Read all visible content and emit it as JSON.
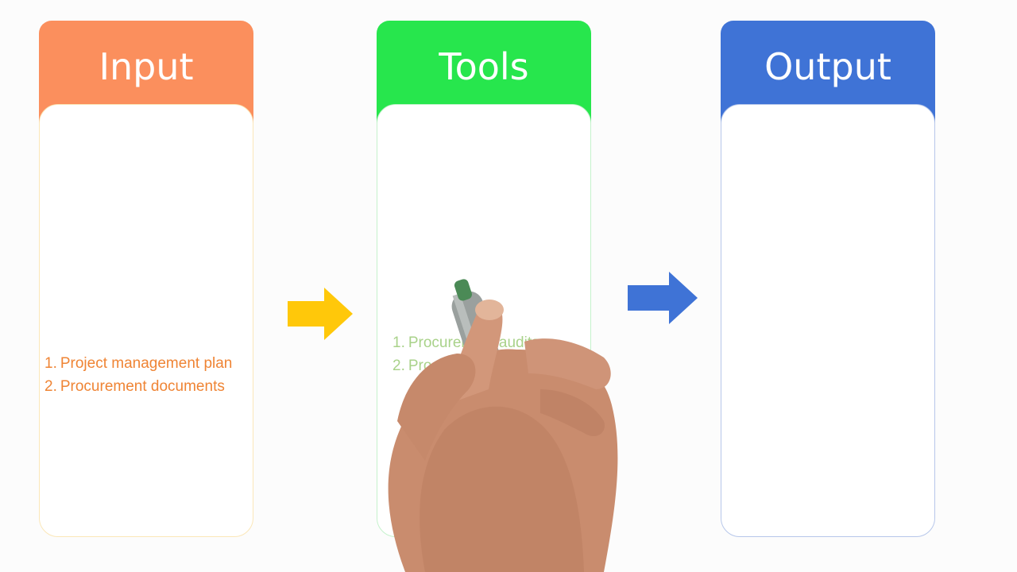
{
  "columns": [
    {
      "id": "input",
      "title": "Input",
      "header_color": "#fb8f5d",
      "items": [
        {
          "num": "1.",
          "text": "Project management plan"
        },
        {
          "num": "2.",
          "text": "Procurement documents"
        }
      ]
    },
    {
      "id": "tools",
      "title": "Tools",
      "header_color": "#27e64d",
      "items": [
        {
          "num": "1.",
          "text": "Procurement audits"
        },
        {
          "num": "2.",
          "text": "Procu"
        }
      ]
    },
    {
      "id": "output",
      "title": "Output",
      "header_color": "#3f73d6",
      "items": []
    }
  ],
  "arrows": [
    {
      "color": "#ffc80a",
      "icon": "arrow-right-icon"
    },
    {
      "color": "#3f73d6",
      "icon": "arrow-right-icon"
    }
  ],
  "decoration": {
    "hand_icon": "hand-with-marker-icon"
  }
}
